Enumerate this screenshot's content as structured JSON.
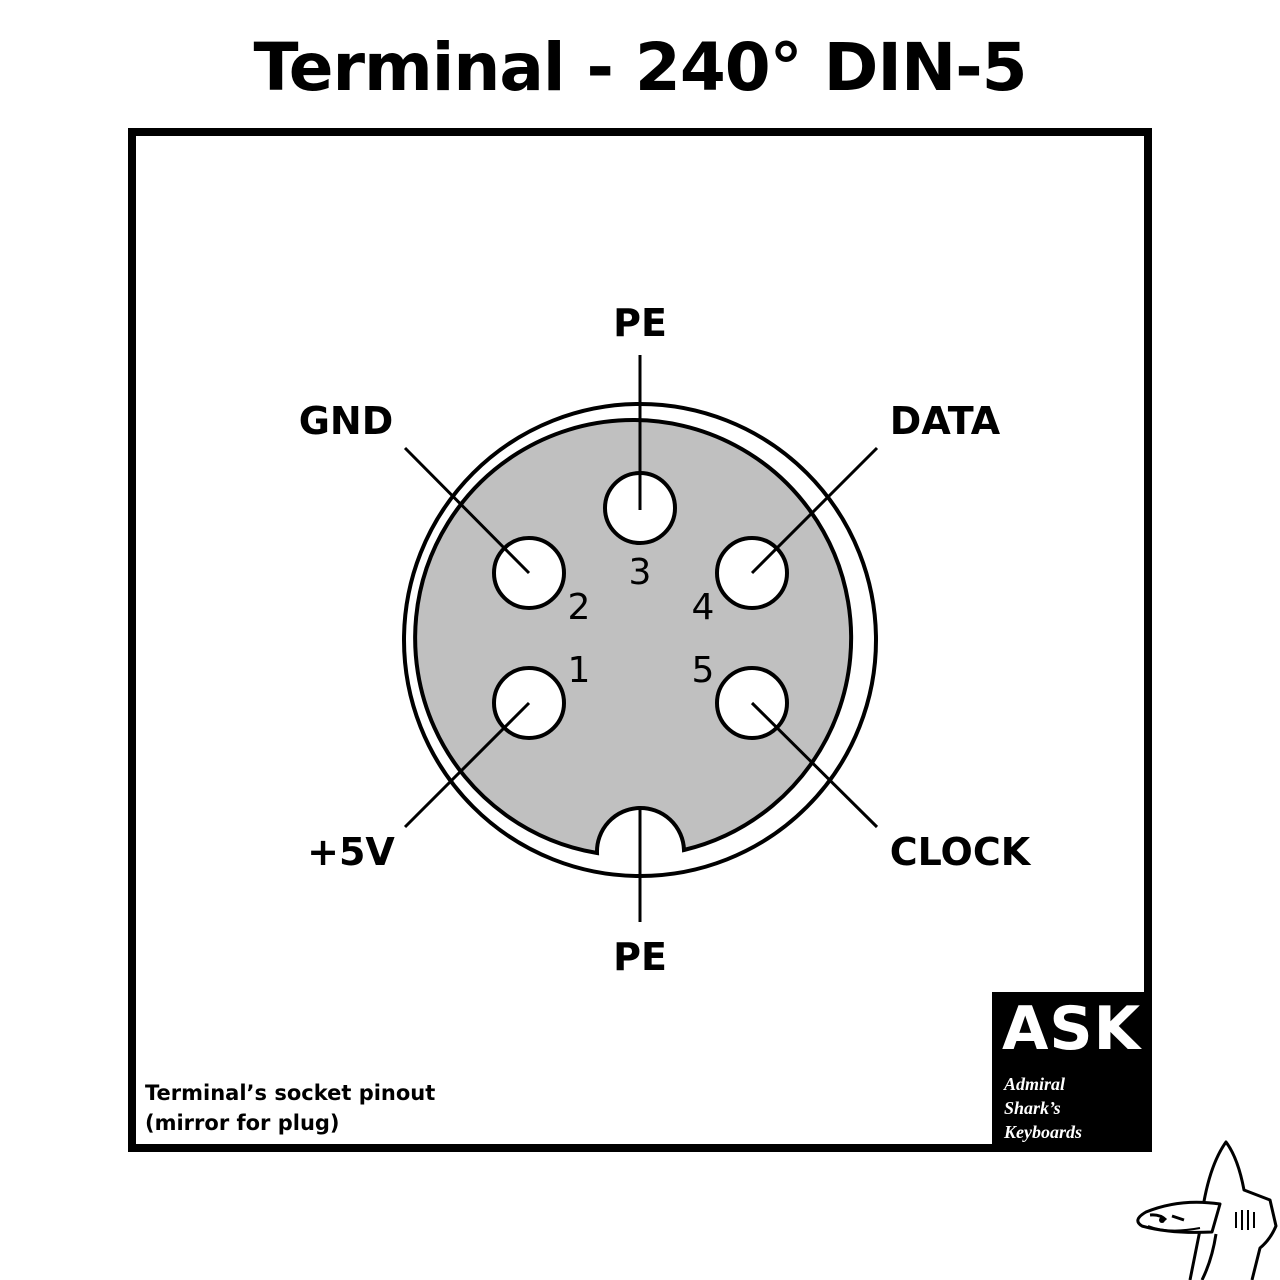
{
  "title": "Terminal - 240° DIN-5",
  "pins": [
    {
      "number": "1",
      "signal": "+5V"
    },
    {
      "number": "2",
      "signal": "GND"
    },
    {
      "number": "3",
      "signal": "PE"
    },
    {
      "number": "4",
      "signal": "DATA"
    },
    {
      "number": "5",
      "signal": "CLOCK"
    }
  ],
  "shield_label": "PE",
  "caption": {
    "line1": "Terminal’s socket pinout",
    "line2": "(mirror for plug)"
  },
  "logo": {
    "acronym": "ASK",
    "line1": "Admiral",
    "line2": "Shark’s",
    "line3": "Keyboards"
  },
  "colors": {
    "connector_fill": "#c0c0c0",
    "background": "#ffffff",
    "ink": "#000000"
  }
}
